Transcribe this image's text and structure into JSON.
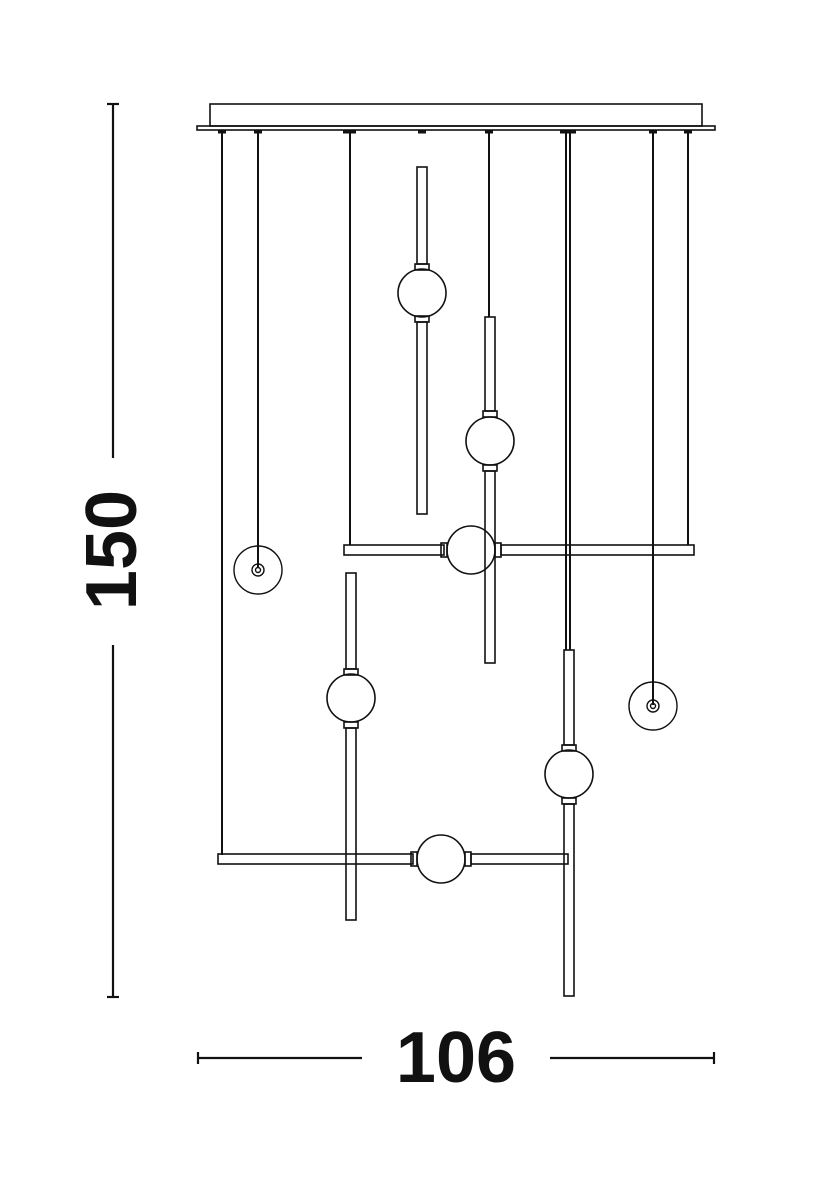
{
  "drawing": {
    "subject": "multi-pendant chandelier dimension drawing",
    "line_color": "#111111",
    "background": "#ffffff"
  },
  "dimensions": {
    "height": {
      "value": "150",
      "orientation": "vertical"
    },
    "width": {
      "value": "106",
      "orientation": "horizontal"
    }
  },
  "components": {
    "canopy": {
      "type": "rectangular ceiling canopy"
    },
    "pendants": [
      {
        "type": "vertical rod with globe",
        "count": 4
      },
      {
        "type": "horizontal bar with globe",
        "count": 2
      },
      {
        "type": "disc pendant",
        "count": 2
      }
    ]
  }
}
